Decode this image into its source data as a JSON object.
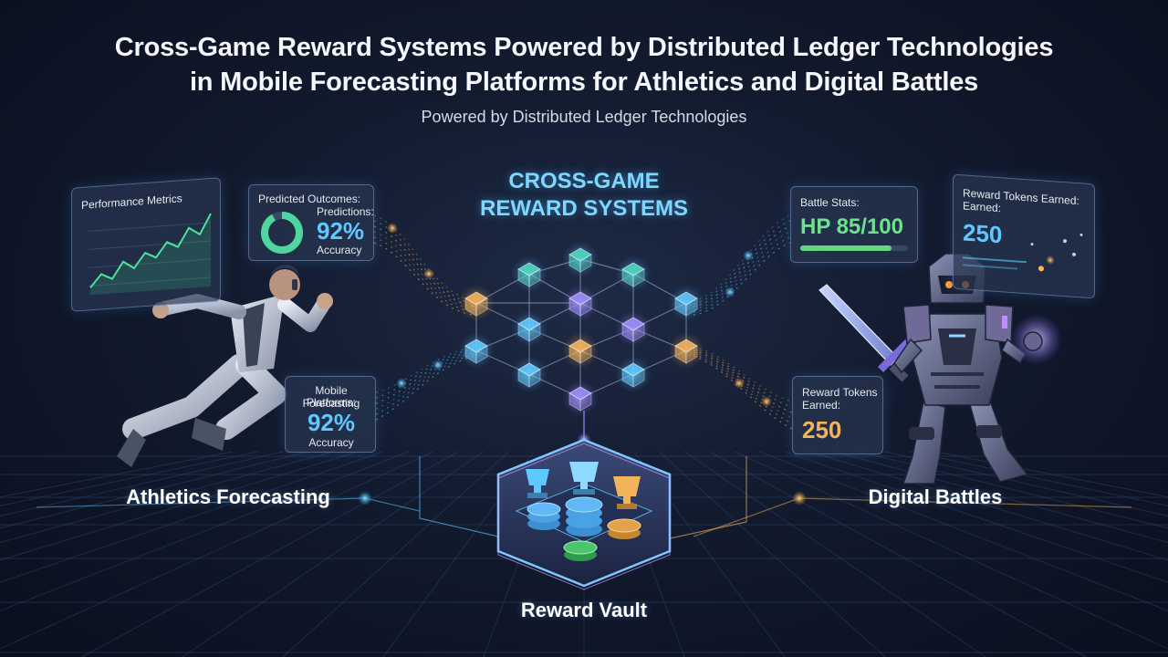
{
  "header": {
    "title_line1": "Cross-Game Reward Systems Powered by Distributed Ledger Technologies",
    "title_line2": "in Mobile Forecasting Platforms for Athletics and Digital Battles",
    "subtitle": "Powered by Distributed Ledger Technologies"
  },
  "hub": {
    "title_line1": "CROSS-GAME",
    "title_line2": "REWARD SYSTEMS"
  },
  "panels": {
    "performance": {
      "label": "Performance Metrics"
    },
    "predicted": {
      "label_line1": "Predicted Outcomes:",
      "label_line2": "Predictions:",
      "value": "92%",
      "caption": "Accuracy",
      "ring_fraction": 0.92
    },
    "mobile": {
      "label_line1": "Mobile Forecasting",
      "label_line2": "Platforms:",
      "value": "92%",
      "caption": "Accuracy"
    },
    "battle": {
      "label": "Battle Stats:",
      "value": "HP 85/100",
      "hp_fraction": 0.85
    },
    "tokens_top": {
      "label_line1": "Reward Tokens Earned:",
      "label_line2": "Earned:",
      "value": "250"
    },
    "tokens_bottom": {
      "label_line1": "Reward Tokens",
      "label_line2": "Earned:",
      "value": "250"
    }
  },
  "sections": {
    "athletics": "Athletics Forecasting",
    "battles": "Digital Battles",
    "vault": "Reward Vault"
  },
  "colors": {
    "accent_blue": "#5ec8ff",
    "accent_gold": "#f2b35a",
    "accent_green": "#5fd97a",
    "accent_purple": "#9b8cff"
  }
}
